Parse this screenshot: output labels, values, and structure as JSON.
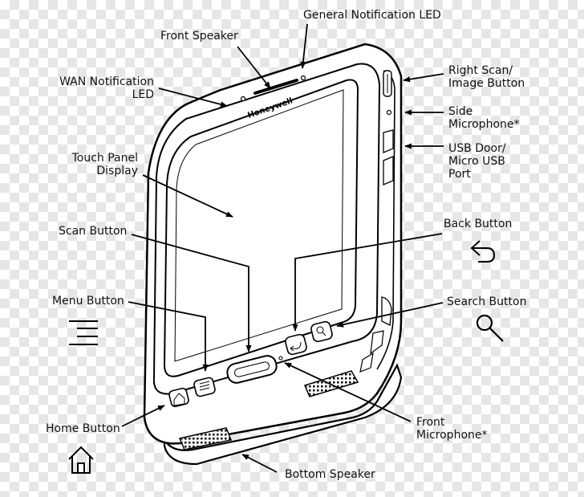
{
  "brand": "Honeywell",
  "labels": {
    "general_led": "General Notification LED",
    "front_speaker": "Front Speaker",
    "wan_led": [
      "WAN Notification",
      "LED"
    ],
    "touch_panel": [
      "Touch Panel",
      "Display"
    ],
    "scan_button": "Scan Button",
    "menu_button": "Menu Button",
    "home_button": "Home Button",
    "right_scan": [
      "Right Scan/",
      "Image Button"
    ],
    "side_mic": [
      "Side",
      "Microphone*"
    ],
    "usb_door": [
      "USB Door/",
      "Micro USB",
      "Port"
    ],
    "back_button": "Back Button",
    "search_button": "Search Button",
    "front_mic": [
      "Front",
      "Microphone*"
    ],
    "bottom_speaker": "Bottom Speaker"
  },
  "icons": [
    "menu-icon",
    "home-icon",
    "back-icon",
    "search-icon"
  ],
  "colors": {
    "line": "#000000",
    "label": "#111111"
  }
}
